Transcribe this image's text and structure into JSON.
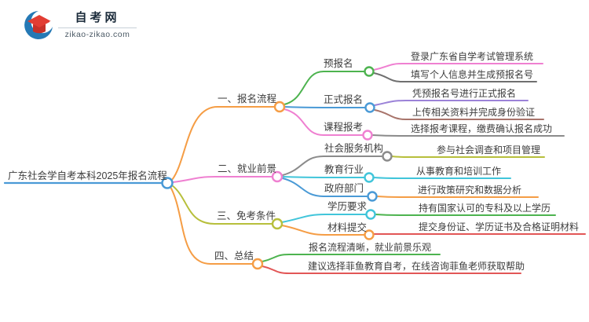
{
  "logo": {
    "site_name": "自考网",
    "site_domain": "zikao-zikao.com",
    "brand_blue": "#2579b5",
    "brand_red": "#e23d33"
  },
  "mindmap": {
    "root": {
      "label": "广东社会学自考本科2025年报名流程",
      "color": "#4a9ad6"
    },
    "branches": [
      {
        "label": "一、报名流程",
        "color": "#f59d45",
        "children": [
          {
            "label": "预报名",
            "color": "#4db34f",
            "leaves": [
              {
                "label": "登录广东省自学考试管理系统",
                "color": "#ef80d1"
              },
              {
                "label": "填写个人信息并生成预报名号",
                "color": "#6f6f6f"
              }
            ]
          },
          {
            "label": "正式报名",
            "color": "#4a9ad6",
            "leaves": [
              {
                "label": "凭预报名号进行正式报名",
                "color": "#9b82d8"
              },
              {
                "label": "上传相关资料并完成身份验证",
                "color": "#a8746b"
              }
            ]
          },
          {
            "label": "课程报考",
            "color": "#ef80d1",
            "leaves": [
              {
                "label": "选择报考课程，缴费确认报名成功",
                "color": "#8b8b8b"
              }
            ]
          }
        ]
      },
      {
        "label": "二、就业前景",
        "color": "#ef80d1",
        "children": [
          {
            "label": "社会服务机构",
            "color": "#8b8b8b",
            "leaves": [
              {
                "label": "参与社会调查和项目管理",
                "color": "#b7bf3b"
              }
            ]
          },
          {
            "label": "教育行业",
            "color": "#41c5da",
            "leaves": [
              {
                "label": "从事教育和培训工作",
                "color": "#41c5da"
              }
            ]
          },
          {
            "label": "政府部门",
            "color": "#4a9ad6",
            "leaves": [
              {
                "label": "进行政策研究和数据分析",
                "color": "#f59d45"
              }
            ]
          }
        ]
      },
      {
        "label": "三、免考条件",
        "color": "#b7bf3b",
        "children": [
          {
            "label": "学历要求",
            "color": "#41c5da",
            "leaves": [
              {
                "label": "持有国家认可的专科及以上学历",
                "color": "#4db34f"
              }
            ]
          },
          {
            "label": "材料提交",
            "color": "#f59d45",
            "leaves": [
              {
                "label": "提交身份证、学历证书及合格证明材料",
                "color": "#e25656"
              }
            ]
          }
        ]
      },
      {
        "label": "四、总结",
        "color": "#f59d45",
        "leaves": [
          {
            "label": "报名流程清晰，就业前景乐观",
            "color": "#4db34f"
          },
          {
            "label": "建议选择菲鱼教育自考，在线咨询菲鱼老师获取帮助",
            "color": "#e25656"
          }
        ]
      }
    ]
  }
}
